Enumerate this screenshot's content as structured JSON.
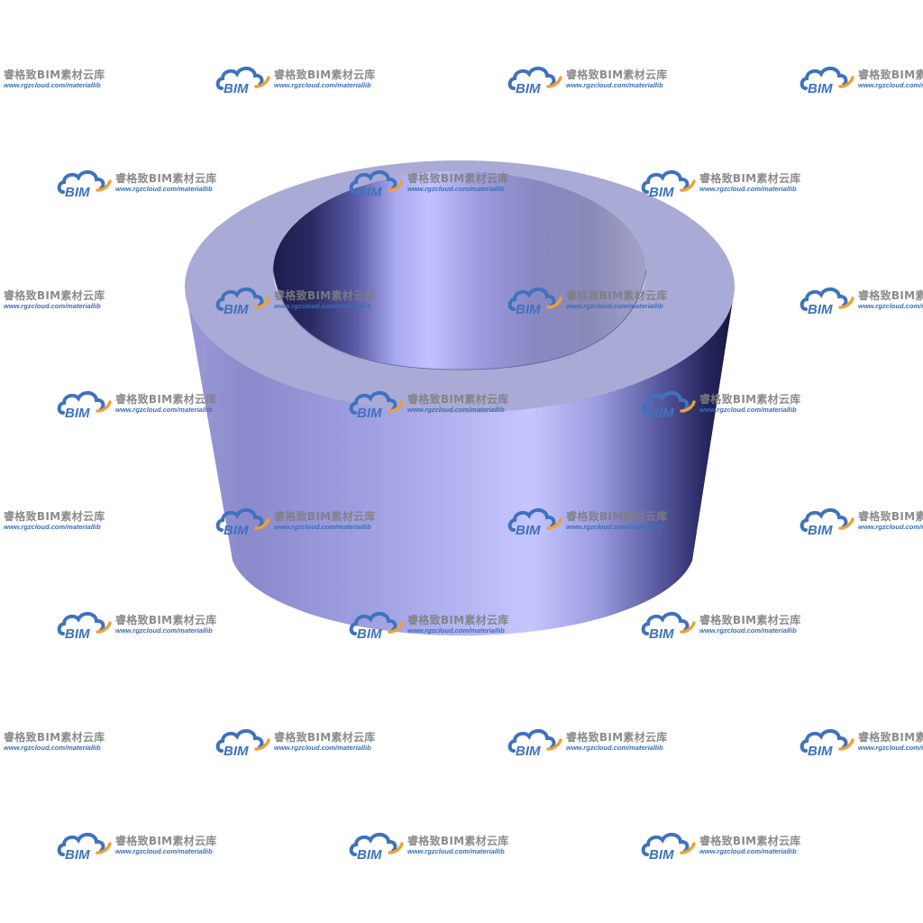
{
  "watermark": {
    "brand": "睿格致BIM素材云库",
    "url": "www.rgzcloud.com/materiallib",
    "logo_text": "BIM",
    "logo_icon": "cloud-logo-icon",
    "colors": {
      "cloud": "#3f72bd",
      "accent": "#f0a030",
      "text": "#7f7f7f"
    }
  },
  "model": {
    "object": "tapered-ring-bushing",
    "colors": {
      "top_face": "#aaaad4",
      "light": "#c8c8ff",
      "dark": "#1a1a4a"
    }
  }
}
